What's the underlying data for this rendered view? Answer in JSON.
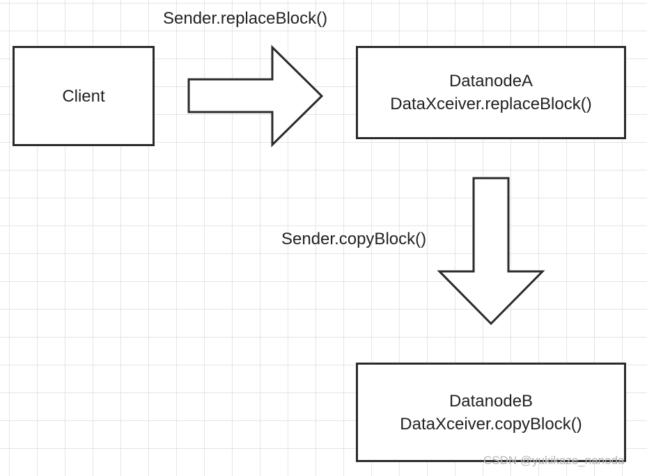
{
  "nodes": {
    "client": {
      "label": "Client"
    },
    "datanode_a": {
      "name": "DatanodeA",
      "method": "DataXceiver.replaceBlock()"
    },
    "datanode_b": {
      "name": "DatanodeB",
      "method": "DataXceiver.copyBlock()"
    }
  },
  "edges": {
    "client_to_a": {
      "label": "Sender.replaceBlock()"
    },
    "a_to_b": {
      "label": "Sender.copyBlock()"
    }
  },
  "watermark": "CSDN @yukikaze_nanoda",
  "colors": {
    "stroke": "#2a2a2a",
    "grid": "#e4e4e4",
    "background": "#ffffff"
  }
}
